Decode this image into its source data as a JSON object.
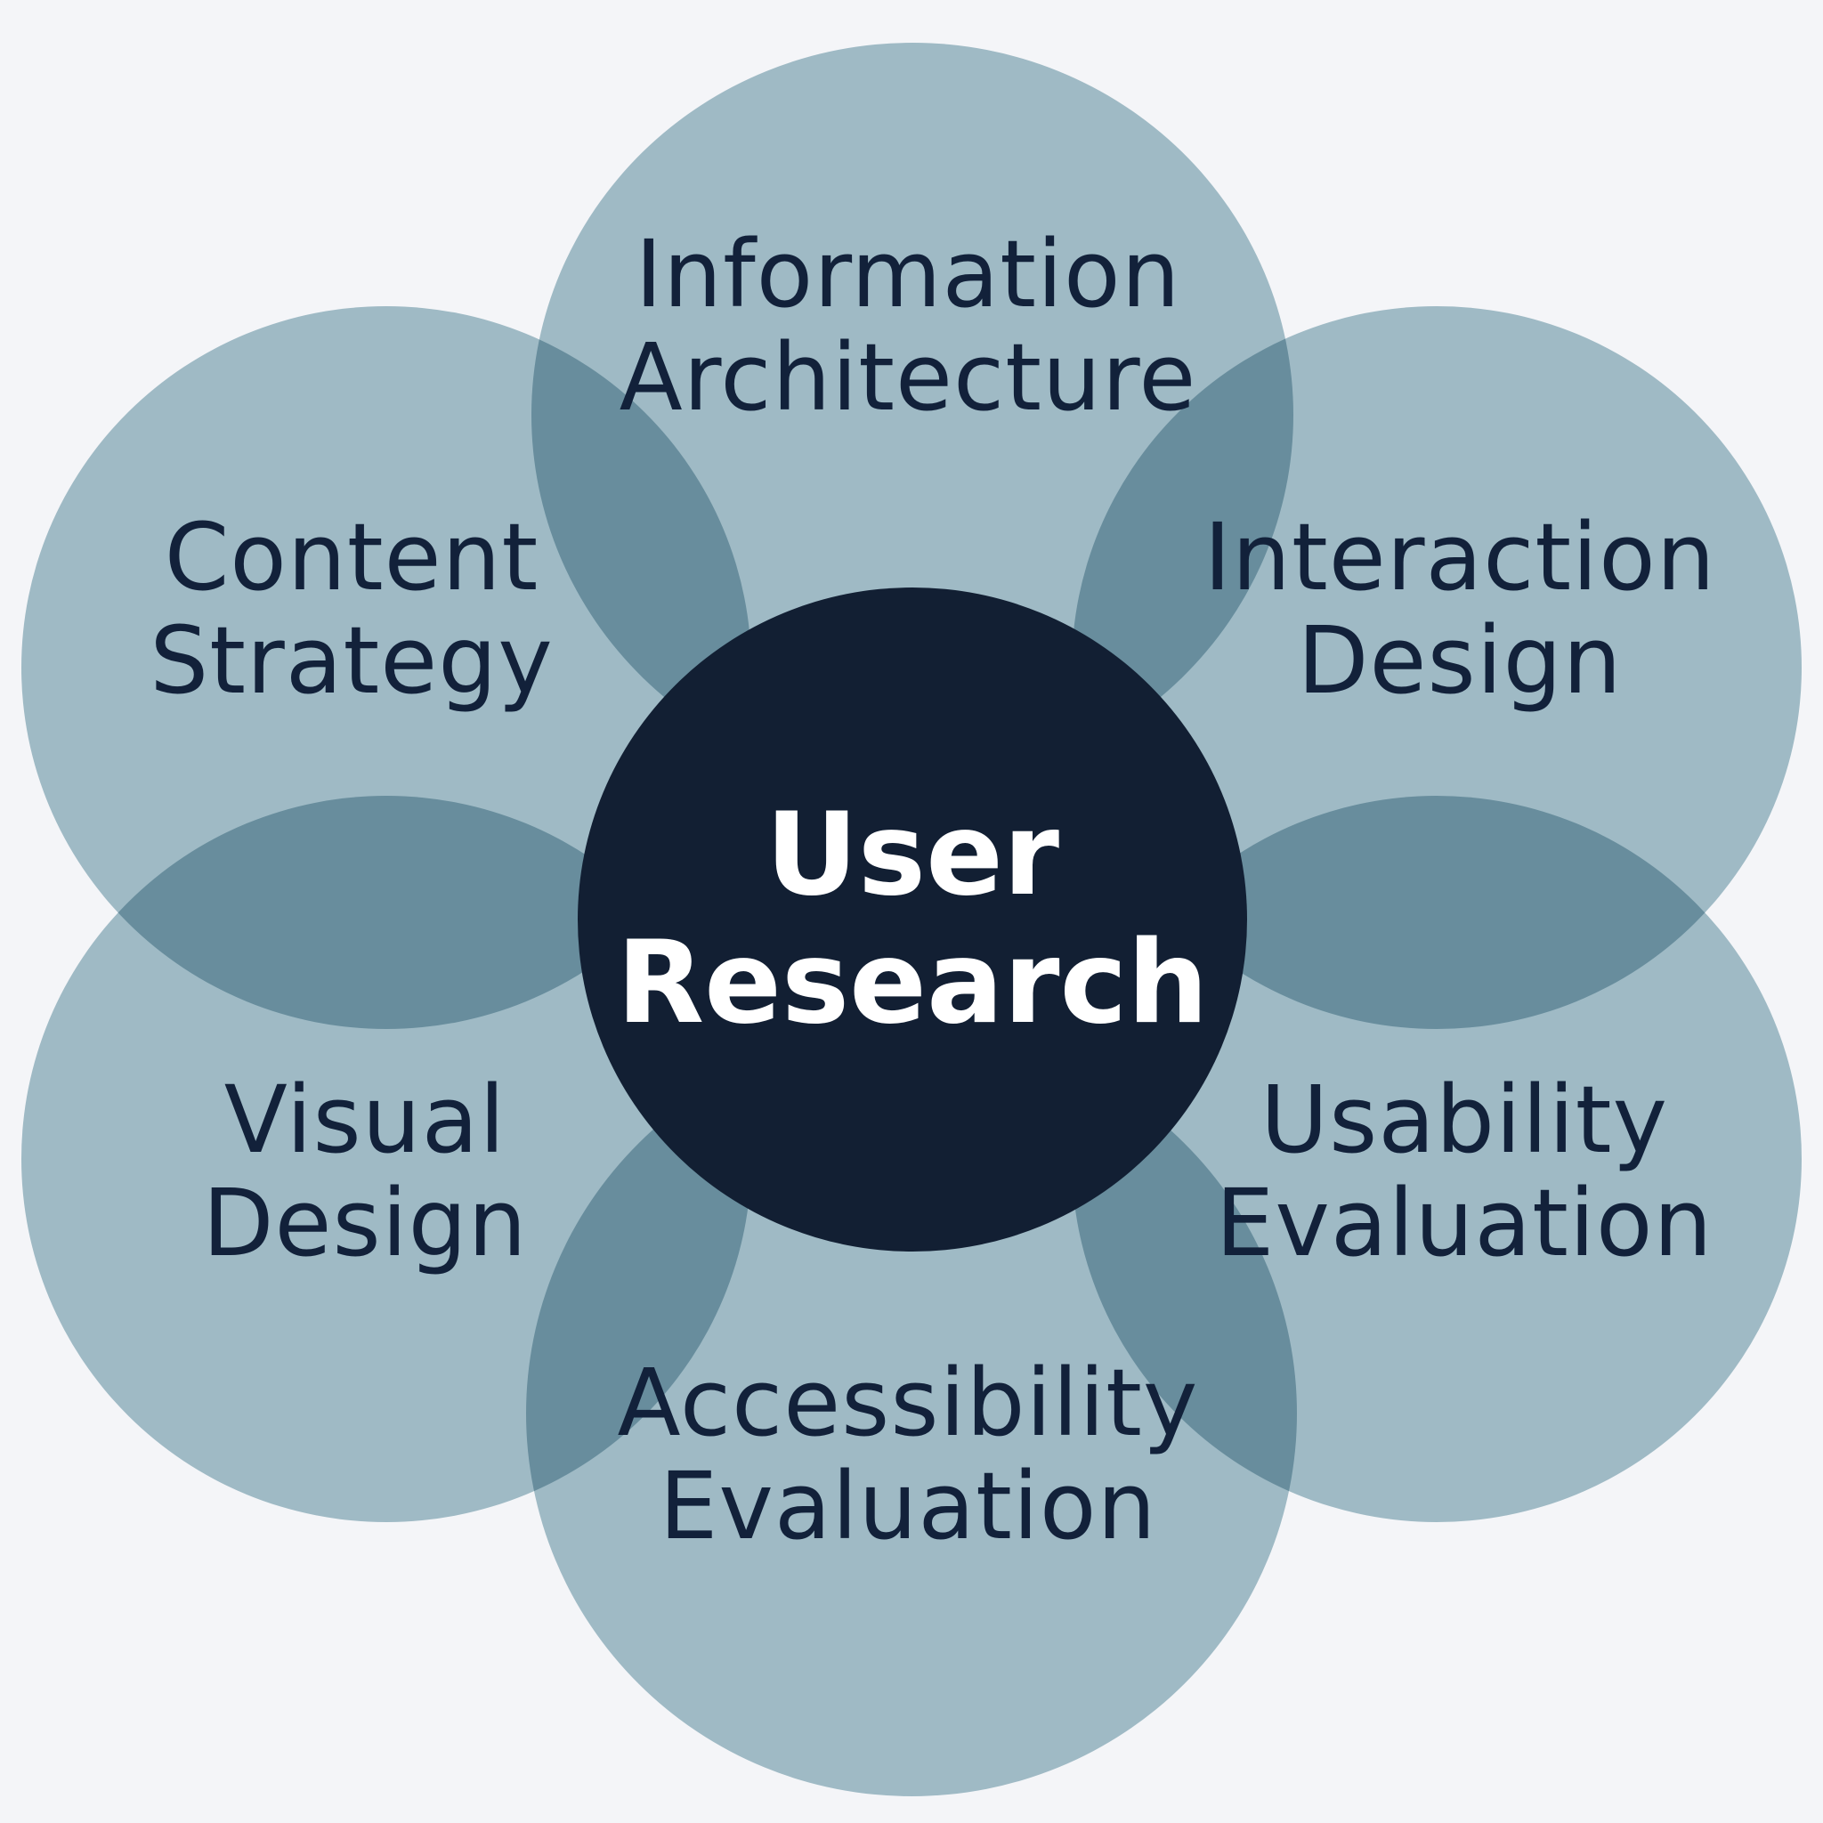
{
  "colors": {
    "background": "#f4f5f8",
    "petal": "#a6c2cb",
    "center": "#121f33",
    "petal_text": "#12213a",
    "center_text": "#ffffff"
  },
  "center": {
    "line1": "User",
    "line2": "Research"
  },
  "petals": [
    {
      "id": "information-architecture",
      "line1": "Information",
      "line2": "Architecture"
    },
    {
      "id": "interaction-design",
      "line1": "Interaction",
      "line2": "Design"
    },
    {
      "id": "usability-evaluation",
      "line1": "Usability",
      "line2": "Evaluation"
    },
    {
      "id": "accessibility-evaluation",
      "line1": "Accessibility",
      "line2": "Evaluation"
    },
    {
      "id": "visual-design",
      "line1": "Visual",
      "line2": "Design"
    },
    {
      "id": "content-strategy",
      "line1": "Content",
      "line2": "Strategy"
    }
  ]
}
